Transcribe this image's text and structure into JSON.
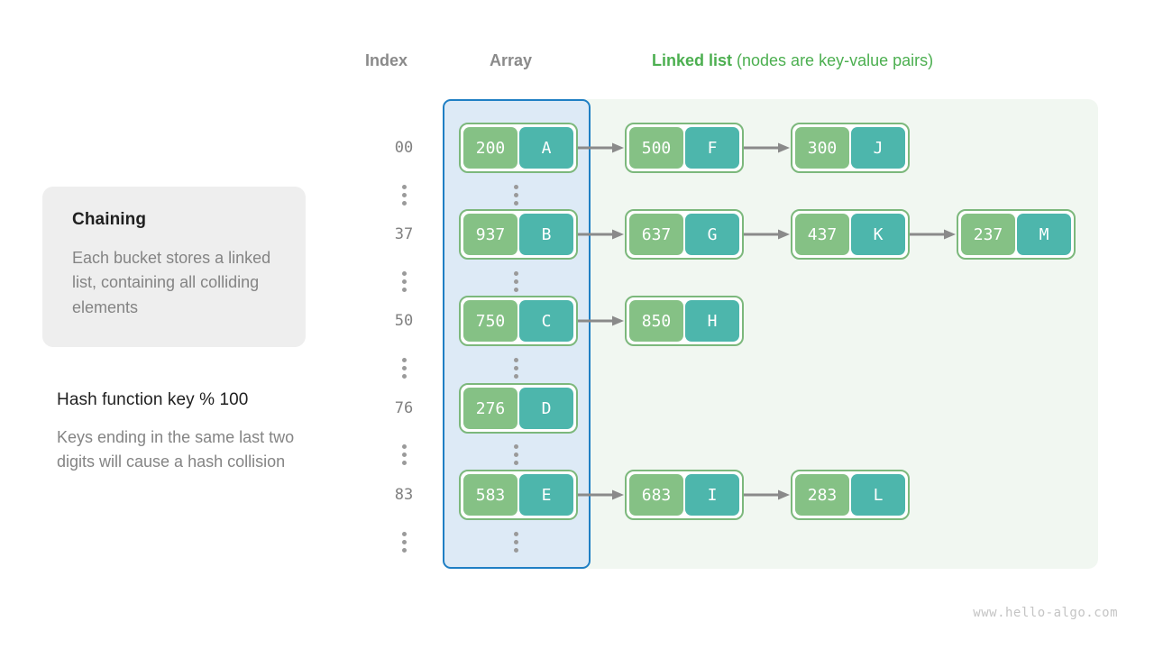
{
  "headers": {
    "index": "Index",
    "array": "Array",
    "linked_bold": "Linked list",
    "linked_rest": " (nodes are key-value pairs)"
  },
  "left_panel": {
    "card": {
      "title": "Chaining",
      "body": "Each bucket stores a linked list, containing all colliding elements"
    },
    "hash": {
      "title": "Hash function key % 100",
      "body": "Keys ending in the same last two digits will cause a hash collision"
    }
  },
  "colors": {
    "key_box": "#85c185",
    "value_box": "#4db6ac",
    "node_border": "#7cb87c",
    "array_panel_bg": "#ddeaf6",
    "array_panel_border": "#1f7fc4",
    "linked_panel_bg": "#f1f7f1",
    "linked_header_green": "#4caf50",
    "arrow_gray": "#8a8a8a",
    "card_bg": "#eeeeee",
    "muted_text": "#848484",
    "index_text": "#808080"
  },
  "buckets": [
    {
      "index": "00",
      "nodes": [
        {
          "key": "200",
          "value": "A"
        },
        {
          "key": "500",
          "value": "F"
        },
        {
          "key": "300",
          "value": "J"
        }
      ]
    },
    {
      "index": "37",
      "nodes": [
        {
          "key": "937",
          "value": "B"
        },
        {
          "key": "637",
          "value": "G"
        },
        {
          "key": "437",
          "value": "K"
        },
        {
          "key": "237",
          "value": "M"
        }
      ]
    },
    {
      "index": "50",
      "nodes": [
        {
          "key": "750",
          "value": "C"
        },
        {
          "key": "850",
          "value": "H"
        }
      ]
    },
    {
      "index": "76",
      "nodes": [
        {
          "key": "276",
          "value": "D"
        }
      ]
    },
    {
      "index": "83",
      "nodes": [
        {
          "key": "583",
          "value": "E"
        },
        {
          "key": "683",
          "value": "I"
        },
        {
          "key": "283",
          "value": "L"
        }
      ]
    }
  ],
  "watermark": "www.hello-algo.com"
}
